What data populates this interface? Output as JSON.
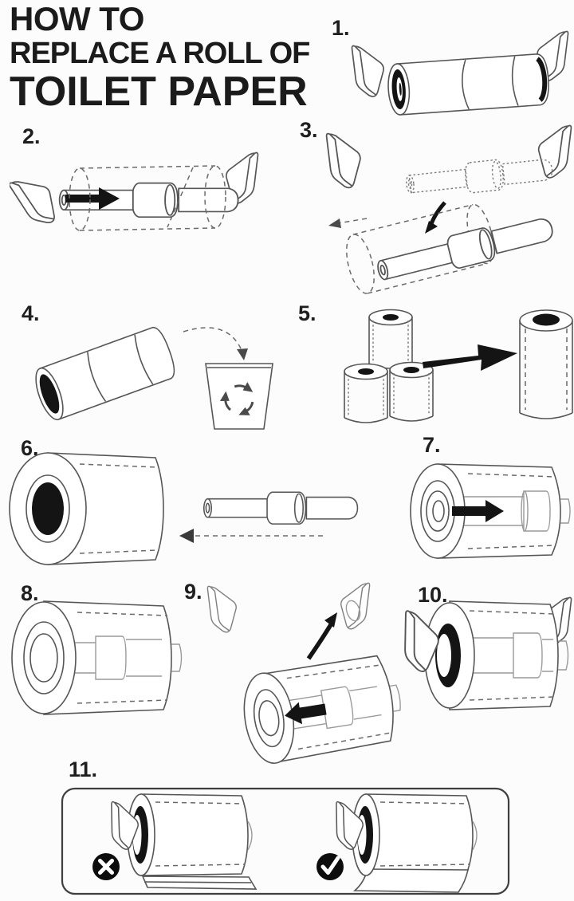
{
  "title": {
    "line1": "HOW TO",
    "line2": "REPLACE A ROLL OF",
    "line3": "TOILET PAPER"
  },
  "steps": [
    {
      "number": "1."
    },
    {
      "number": "2."
    },
    {
      "number": "3."
    },
    {
      "number": "4."
    },
    {
      "number": "5."
    },
    {
      "number": "6."
    },
    {
      "number": "7."
    },
    {
      "number": "8."
    },
    {
      "number": "9."
    },
    {
      "number": "10."
    },
    {
      "number": "11."
    }
  ],
  "icons": {
    "recycle": "♻",
    "wrong": "✕",
    "correct": "✓"
  },
  "colors": {
    "ink": "#1b1b1b",
    "line": "#565656",
    "black_fill": "#141414",
    "background": "#fcfcfc"
  }
}
